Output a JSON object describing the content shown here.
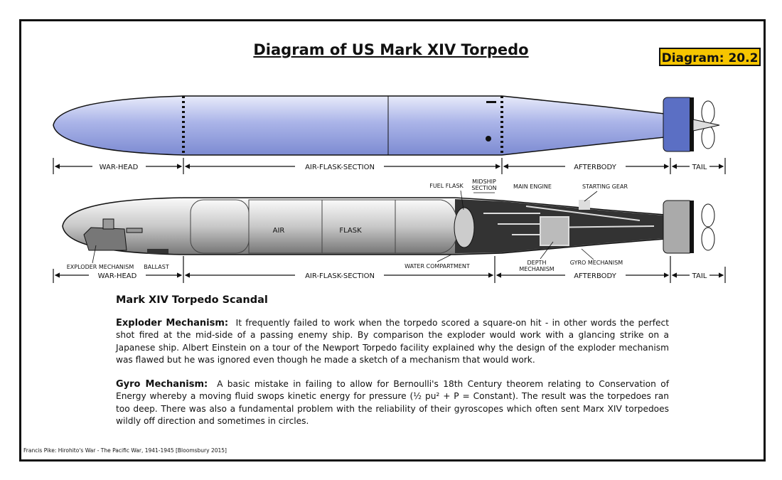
{
  "title": "Diagram of US Mark XIV Torpedo",
  "badge": "Diagram: 20.2",
  "sections": {
    "warhead": "WAR-HEAD",
    "airflask": "AIR-FLASK-SECTION",
    "afterbody": "AFTERBODY",
    "tail": "TAIL"
  },
  "labels": {
    "air": "AIR",
    "flask": "FLASK",
    "fuel_flask": "FUEL FLASK",
    "midship_1": "MIDSHIP",
    "midship_2": "SECTION",
    "main_engine": "MAIN ENGINE",
    "starting_gear": "STARTING GEAR",
    "exploder": "EXPLODER MECHANISM",
    "ballast": "BALLAST",
    "water": "WATER COMPARTMENT",
    "depth_1": "DEPTH",
    "depth_2": "MECHANISM",
    "gyro": "GYRO MECHANISM"
  },
  "article": {
    "heading": "Mark XIV Torpedo Scandal",
    "p1_title": "Exploder Mechanism:",
    "p1": "It frequently failed to work when the torpedo scored a square-on hit - in other words the perfect shot fired at the mid-side of a passing enemy ship. By comparison the exploder would work with a glancing strike on a Japanese ship. Albert Einstein on a tour of the Newport Torpedo facility explained why the design of the exploder mechanism was flawed but he was ignored even though he made a sketch of a mechanism that would work.",
    "p2_title": "Gyro Mechanism:",
    "p2": "A basic mistake in failing to allow for Bernoulli's 18th Century theorem relating to Conservation of Energy whereby a moving fluid swops kinetic energy for pressure (½ pu² + P = Constant). The result was the torpedoes ran too deep. There was also a fundamental problem with the reliability of their gyroscopes which often sent Marx XIV torpedoes wildly off direction and sometimes in circles."
  },
  "citation": "Francis Pike: Hirohito's War - The Pacific War, 1941-1945 [Bloomsbury 2015]",
  "colors": {
    "badge": "#f6c500",
    "body": "#a8b2e6",
    "fin": "#5b6fc4"
  }
}
